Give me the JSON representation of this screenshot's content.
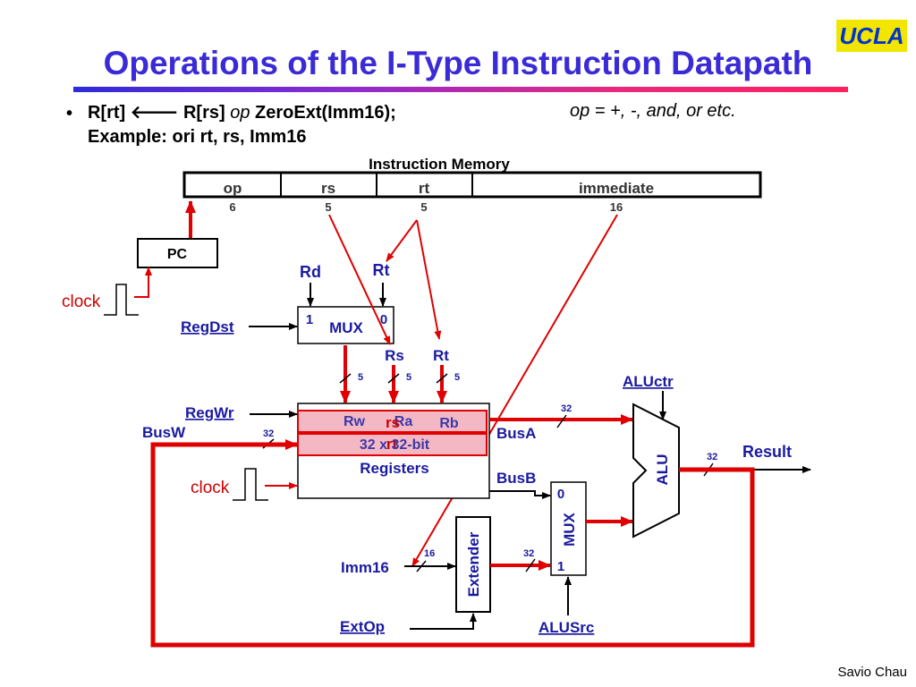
{
  "slide": {
    "logo": "UCLA",
    "title": "Operations of the I-Type Instruction Datapath",
    "bullet": {
      "marker": "•",
      "rd": "R[rt]",
      "arrow": "🡐",
      "rs": "R[rs]",
      "op": "op",
      "rest": "ZeroExt(Imm16);",
      "example": "Example: ori rt, rs, Imm16",
      "op_note": "op = +, -, and, or etc."
    },
    "footer": "Savio Chau"
  },
  "diagram": {
    "instruction_memory_label": "Instruction Memory",
    "fields": [
      {
        "name": "op",
        "bits": "6"
      },
      {
        "name": "rs",
        "bits": "5"
      },
      {
        "name": "rt",
        "bits": "5"
      },
      {
        "name": "immediate",
        "bits": "16"
      }
    ],
    "pc_label": "PC",
    "clock_label": "clock",
    "rd_label": "Rd",
    "rt_label": "Rt",
    "mux_label": "MUX",
    "mux_in1": "1",
    "mux_in0": "0",
    "regdst_label": "RegDst",
    "rs_port_label": "Rs",
    "rt_port_label": "Rt",
    "width_5": "5",
    "width_16": "16",
    "width_32": "32",
    "regwr_label": "RegWr",
    "busw_label": "BusW",
    "rw_label": "Rw",
    "ra_label": "Ra",
    "rb_label": "Rb",
    "rs_highlight": "rs",
    "rt_highlight": "rt",
    "regfile_size": "32 x 32-bit",
    "registers_label": "Registers",
    "busa_label": "BusA",
    "busb_label": "BusB",
    "aluctr_label": "ALUctr",
    "alu_label": "ALU",
    "result_label": "Result",
    "imm16_label": "Imm16",
    "extender_label": "Extender",
    "extop_label": "ExtOp",
    "alusrc_label": "ALUSrc"
  }
}
